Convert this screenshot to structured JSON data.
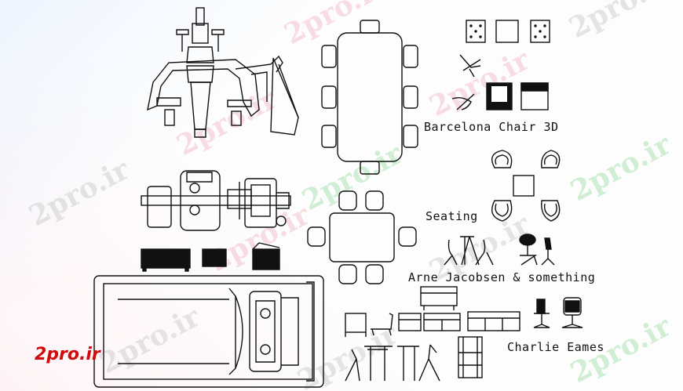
{
  "labels": {
    "barcelona": "Barcelona Chair 3D",
    "seating": "Seating",
    "arne": "Arne Jacobsen & something",
    "charlie": "Charlie Eames"
  },
  "watermark": {
    "text": "2pro.ir",
    "color_green": "#7fd58a",
    "color_pink": "#f0a0b4",
    "color_gray": "#b8b8b8"
  },
  "brand": {
    "text": "2pro.ir",
    "color": "#d10a0a"
  }
}
